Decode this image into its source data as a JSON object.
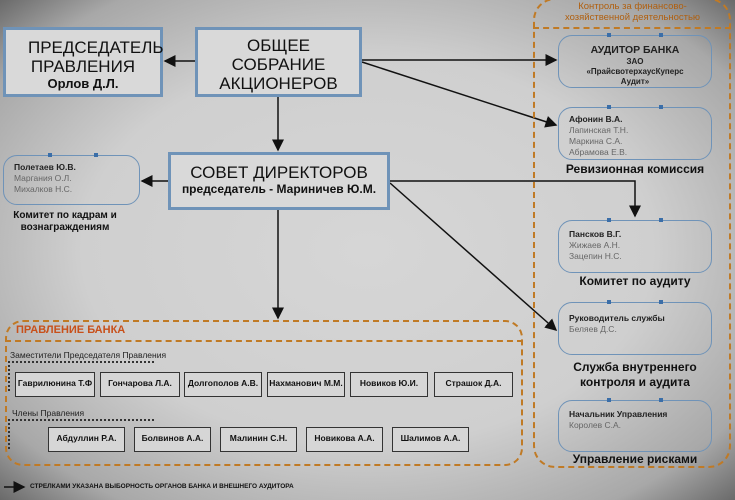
{
  "chairman": {
    "title": "ПРЕДСЕДАТЕЛЬ ПРАВЛЕНИЯ",
    "name": "Орлов Д.Л."
  },
  "general_meeting": {
    "title": "ОБЩЕЕ СОБРАНИЕ АКЦИОНЕРОВ"
  },
  "board_of_directors": {
    "title": "СОВЕТ ДИРЕКТОРОВ",
    "chair": "председатель - Мариничев Ю.М."
  },
  "hr_committee": {
    "members": [
      "Полетаев Ю.В.",
      "Маргания О.Л.",
      "Михалков Н.С."
    ],
    "label": "Комитет по кадрам и вознаграждениям"
  },
  "control": {
    "title": "Контроль за финансово-хозяйственной деятельностью",
    "auditor": {
      "title": "АУДИТОР БАНКА",
      "name": "ЗАО «ПрайсвотерхаусКуперс Аудит»"
    },
    "revision": {
      "members": [
        "Афонин В.А.",
        "Лапинская Т.Н.",
        "Маркина С.А.",
        "Абрамова Е.В."
      ],
      "label": "Ревизионная комиссия"
    },
    "audit_committee": {
      "members": [
        "Пансков В.Г.",
        "Жижаев А.Н.",
        "Зацепин Н.С."
      ],
      "label": "Комитет по аудиту"
    },
    "internal_control": {
      "members": [
        "Руководитель службы",
        "Беляев Д.С."
      ],
      "label": "Служба внутреннего контроля и аудита"
    },
    "risk": {
      "members": [
        "Начальник Управления",
        "Королев С.А."
      ],
      "label": "Управление рисками"
    }
  },
  "management_board": {
    "title": "ПРАВЛЕНИЕ БАНКА",
    "deputies_label": "Заместители Председателя Правления",
    "deputies": [
      "Гаврилюнина Т.Ф",
      "Гончарова Л.А.",
      "Долгополов А.В.",
      "Нахманович М.М.",
      "Новиков Ю.И.",
      "Страшок Д.А."
    ],
    "members_label": "Члены Правления",
    "members": [
      "Абдуллин Р.А.",
      "Болвинов А.А.",
      "Малинин С.Н.",
      "Новикова А.А.",
      "Шалимов А.А."
    ]
  },
  "legend": "СТРЕЛКАМИ УКАЗАНА ВЫБОРНОСТЬ ОРГАНОВ БАНКА И ВНЕШНЕГО АУДИТОРА",
  "colors": {
    "box_border": "#6f93b8",
    "dashed": "#c07a25",
    "board_title": "#c8501a"
  }
}
